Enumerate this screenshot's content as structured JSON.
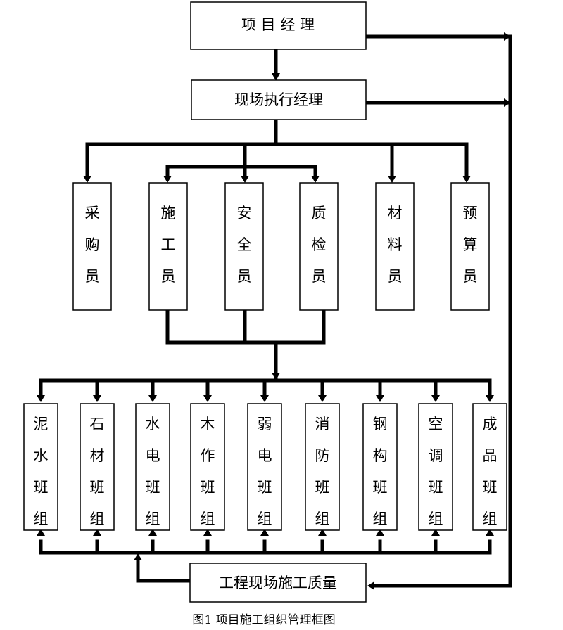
{
  "top": {
    "project_manager": "项 目 经 理",
    "site_manager": "现场执行经理"
  },
  "staff": [
    {
      "id": "procurement",
      "label": "采购员"
    },
    {
      "id": "construction",
      "label": "施工员"
    },
    {
      "id": "safety",
      "label": "安全员"
    },
    {
      "id": "quality",
      "label": "质检员"
    },
    {
      "id": "materials",
      "label": "材料员"
    },
    {
      "id": "budget",
      "label": "预算员"
    }
  ],
  "teams": [
    {
      "id": "mud-water",
      "label": "泥水班组"
    },
    {
      "id": "stone",
      "label": "石材班组"
    },
    {
      "id": "plumbing-electric",
      "label": "水电班组"
    },
    {
      "id": "carpentry",
      "label": "木作班组"
    },
    {
      "id": "low-voltage",
      "label": "弱电班组"
    },
    {
      "id": "fire-protection",
      "label": "消防班组"
    },
    {
      "id": "steel-structure",
      "label": "钢构班组"
    },
    {
      "id": "air-conditioning",
      "label": "空调班组"
    },
    {
      "id": "finished-product",
      "label": "成品班组"
    }
  ],
  "bottom": {
    "quality_box": "工程现场施工质量"
  },
  "caption": "图1 项目施工组织管理框图"
}
